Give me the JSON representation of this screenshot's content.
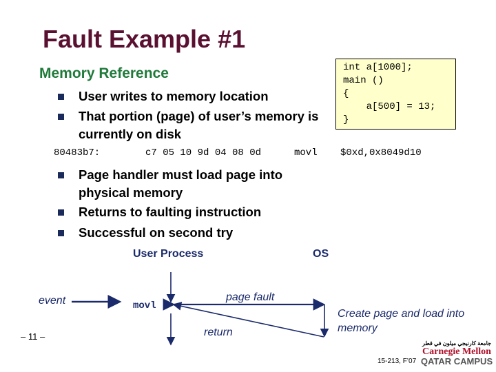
{
  "title": "Fault Example #1",
  "subtitle": "Memory Reference",
  "bullets_top": [
    "User writes to memory location",
    "That portion (page) of user’s memory is currently on disk"
  ],
  "code_box": {
    "lines": [
      "int a[1000];",
      "main ()",
      "{",
      "    a[500] = 13;",
      "}"
    ]
  },
  "asm": {
    "address": "80483b7:",
    "bytes": "c7 05 10 9d 04 08 0d",
    "instr": "movl",
    "operands": "$0xd,0x8049d10"
  },
  "bullets_bottom": [
    "Page handler must load page into physical memory",
    "Returns to faulting instruction",
    "Successful on second try"
  ],
  "diagram": {
    "user_process": "User Process",
    "os": "OS",
    "event": "event",
    "movl": "movl",
    "page_fault": "page fault",
    "return": "return",
    "create": "Create page and load into memory"
  },
  "footer": {
    "page": "– 11 –",
    "course": "15-213, F’07",
    "logo_arabic": "جامعة كارنيجي ميلون في قطر",
    "logo_line1": "Carnegie Mellon",
    "logo_line2": "QATAR CAMPUS"
  },
  "colors": {
    "title": "#5a1030",
    "subtitle": "#1f7a3a",
    "diagram": "#1a2a6a",
    "code_bg": "#ffffcc",
    "logo_red": "#b0102a"
  }
}
